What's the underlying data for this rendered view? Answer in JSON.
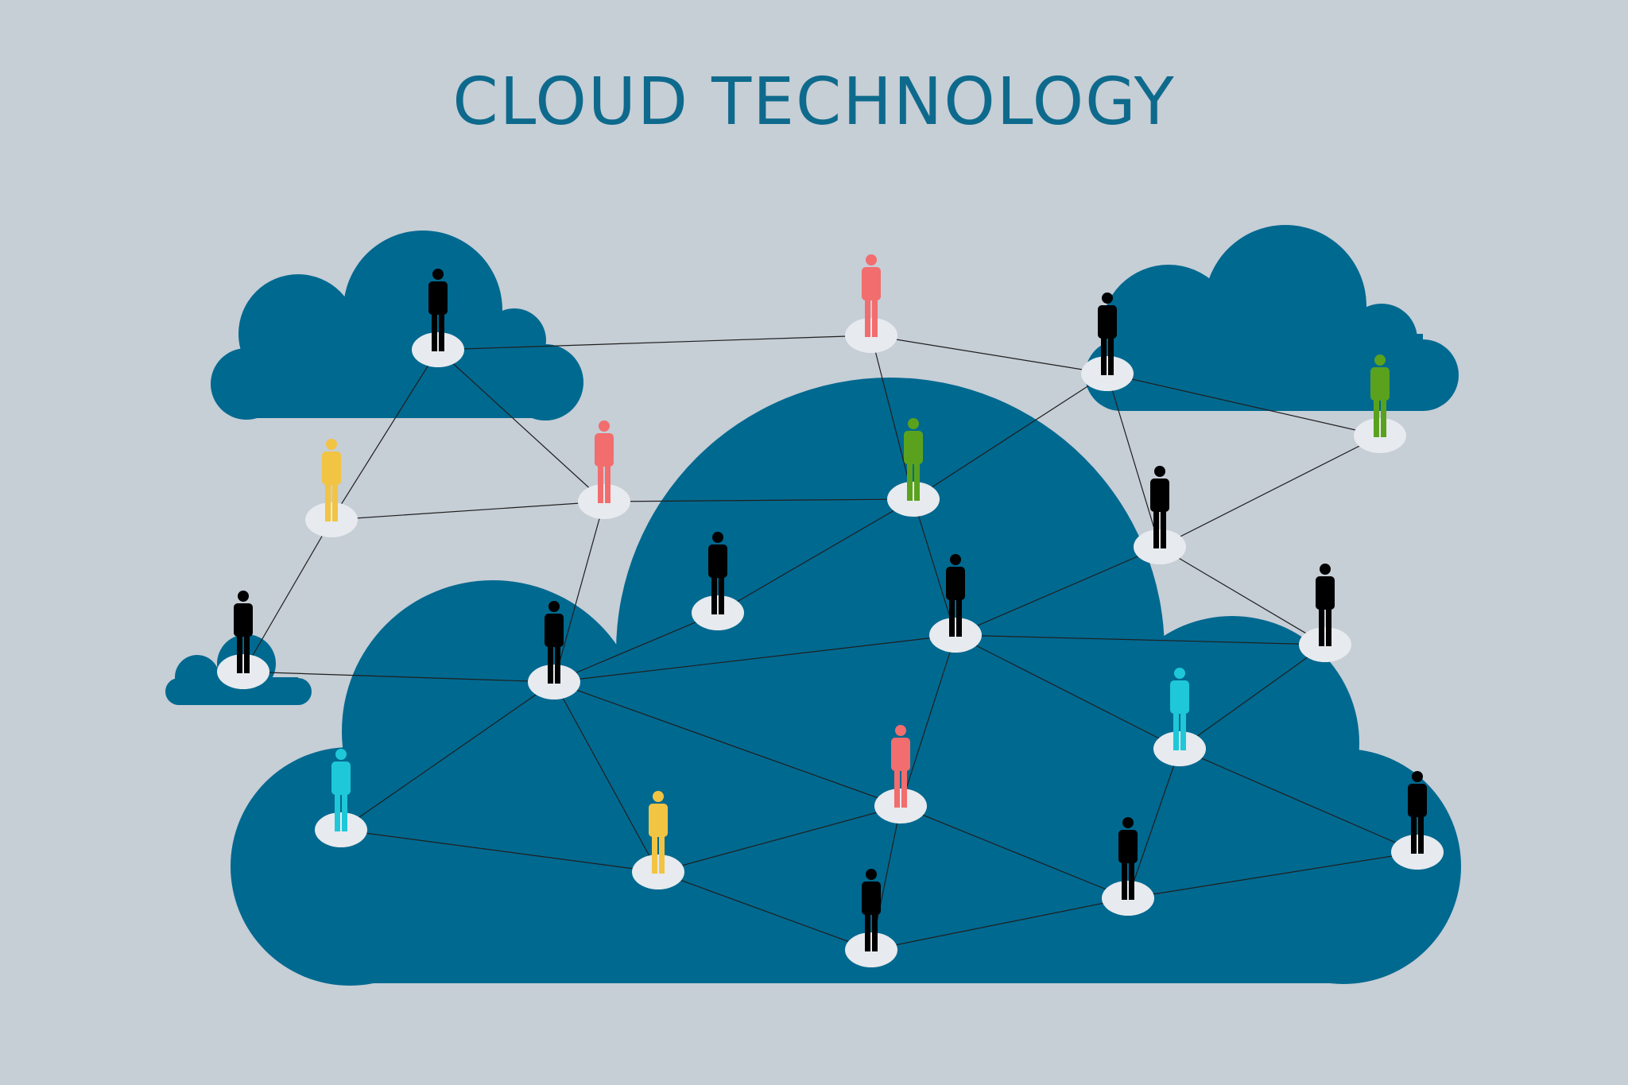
{
  "title": "CLOUD TECHNOLOGY",
  "colors": {
    "background": "#c6ced6",
    "cloud": "#006990",
    "title": "#0e6a8c",
    "platform": "#e7eaee",
    "link": "#1f1f1f",
    "person_black": "#000000",
    "person_red": "#f26d6d",
    "person_yellow": "#f2c443",
    "person_green": "#5aa21e",
    "person_cyan": "#1ec8d8"
  },
  "clouds": [
    {
      "name": "cloud-large-center"
    },
    {
      "name": "cloud-top-left"
    },
    {
      "name": "cloud-top-right"
    },
    {
      "name": "cloud-small-left"
    }
  ],
  "people": [
    {
      "name": "person-1",
      "color": "black"
    },
    {
      "name": "person-2",
      "color": "red"
    },
    {
      "name": "person-3",
      "color": "black"
    },
    {
      "name": "person-4",
      "color": "green"
    },
    {
      "name": "person-5",
      "color": "yellow"
    },
    {
      "name": "person-6",
      "color": "red"
    },
    {
      "name": "person-7",
      "color": "green"
    },
    {
      "name": "person-8",
      "color": "black"
    },
    {
      "name": "person-9",
      "color": "black"
    },
    {
      "name": "person-10",
      "color": "black"
    },
    {
      "name": "person-11",
      "color": "black"
    },
    {
      "name": "person-12",
      "color": "black"
    },
    {
      "name": "person-13",
      "color": "black"
    },
    {
      "name": "person-14",
      "color": "cyan"
    },
    {
      "name": "person-15",
      "color": "cyan"
    },
    {
      "name": "person-16",
      "color": "red"
    },
    {
      "name": "person-17",
      "color": "yellow"
    },
    {
      "name": "person-18",
      "color": "black"
    },
    {
      "name": "person-19",
      "color": "black"
    },
    {
      "name": "person-20",
      "color": "black"
    }
  ],
  "links": [
    [
      1,
      2
    ],
    [
      1,
      5
    ],
    [
      1,
      6
    ],
    [
      2,
      3
    ],
    [
      2,
      7
    ],
    [
      3,
      4
    ],
    [
      3,
      7
    ],
    [
      3,
      9
    ],
    [
      4,
      9
    ],
    [
      5,
      6
    ],
    [
      5,
      8
    ],
    [
      6,
      7
    ],
    [
      6,
      10
    ],
    [
      7,
      11
    ],
    [
      7,
      12
    ],
    [
      9,
      12
    ],
    [
      9,
      13
    ],
    [
      12,
      13
    ],
    [
      12,
      10
    ],
    [
      11,
      10
    ],
    [
      8,
      10
    ],
    [
      10,
      15
    ],
    [
      10,
      16
    ],
    [
      10,
      17
    ],
    [
      12,
      16
    ],
    [
      12,
      14
    ],
    [
      13,
      14
    ],
    [
      14,
      20
    ],
    [
      14,
      19
    ],
    [
      15,
      17
    ],
    [
      17,
      16
    ],
    [
      17,
      18
    ],
    [
      16,
      18
    ],
    [
      16,
      19
    ],
    [
      18,
      19
    ],
    [
      19,
      20
    ]
  ]
}
